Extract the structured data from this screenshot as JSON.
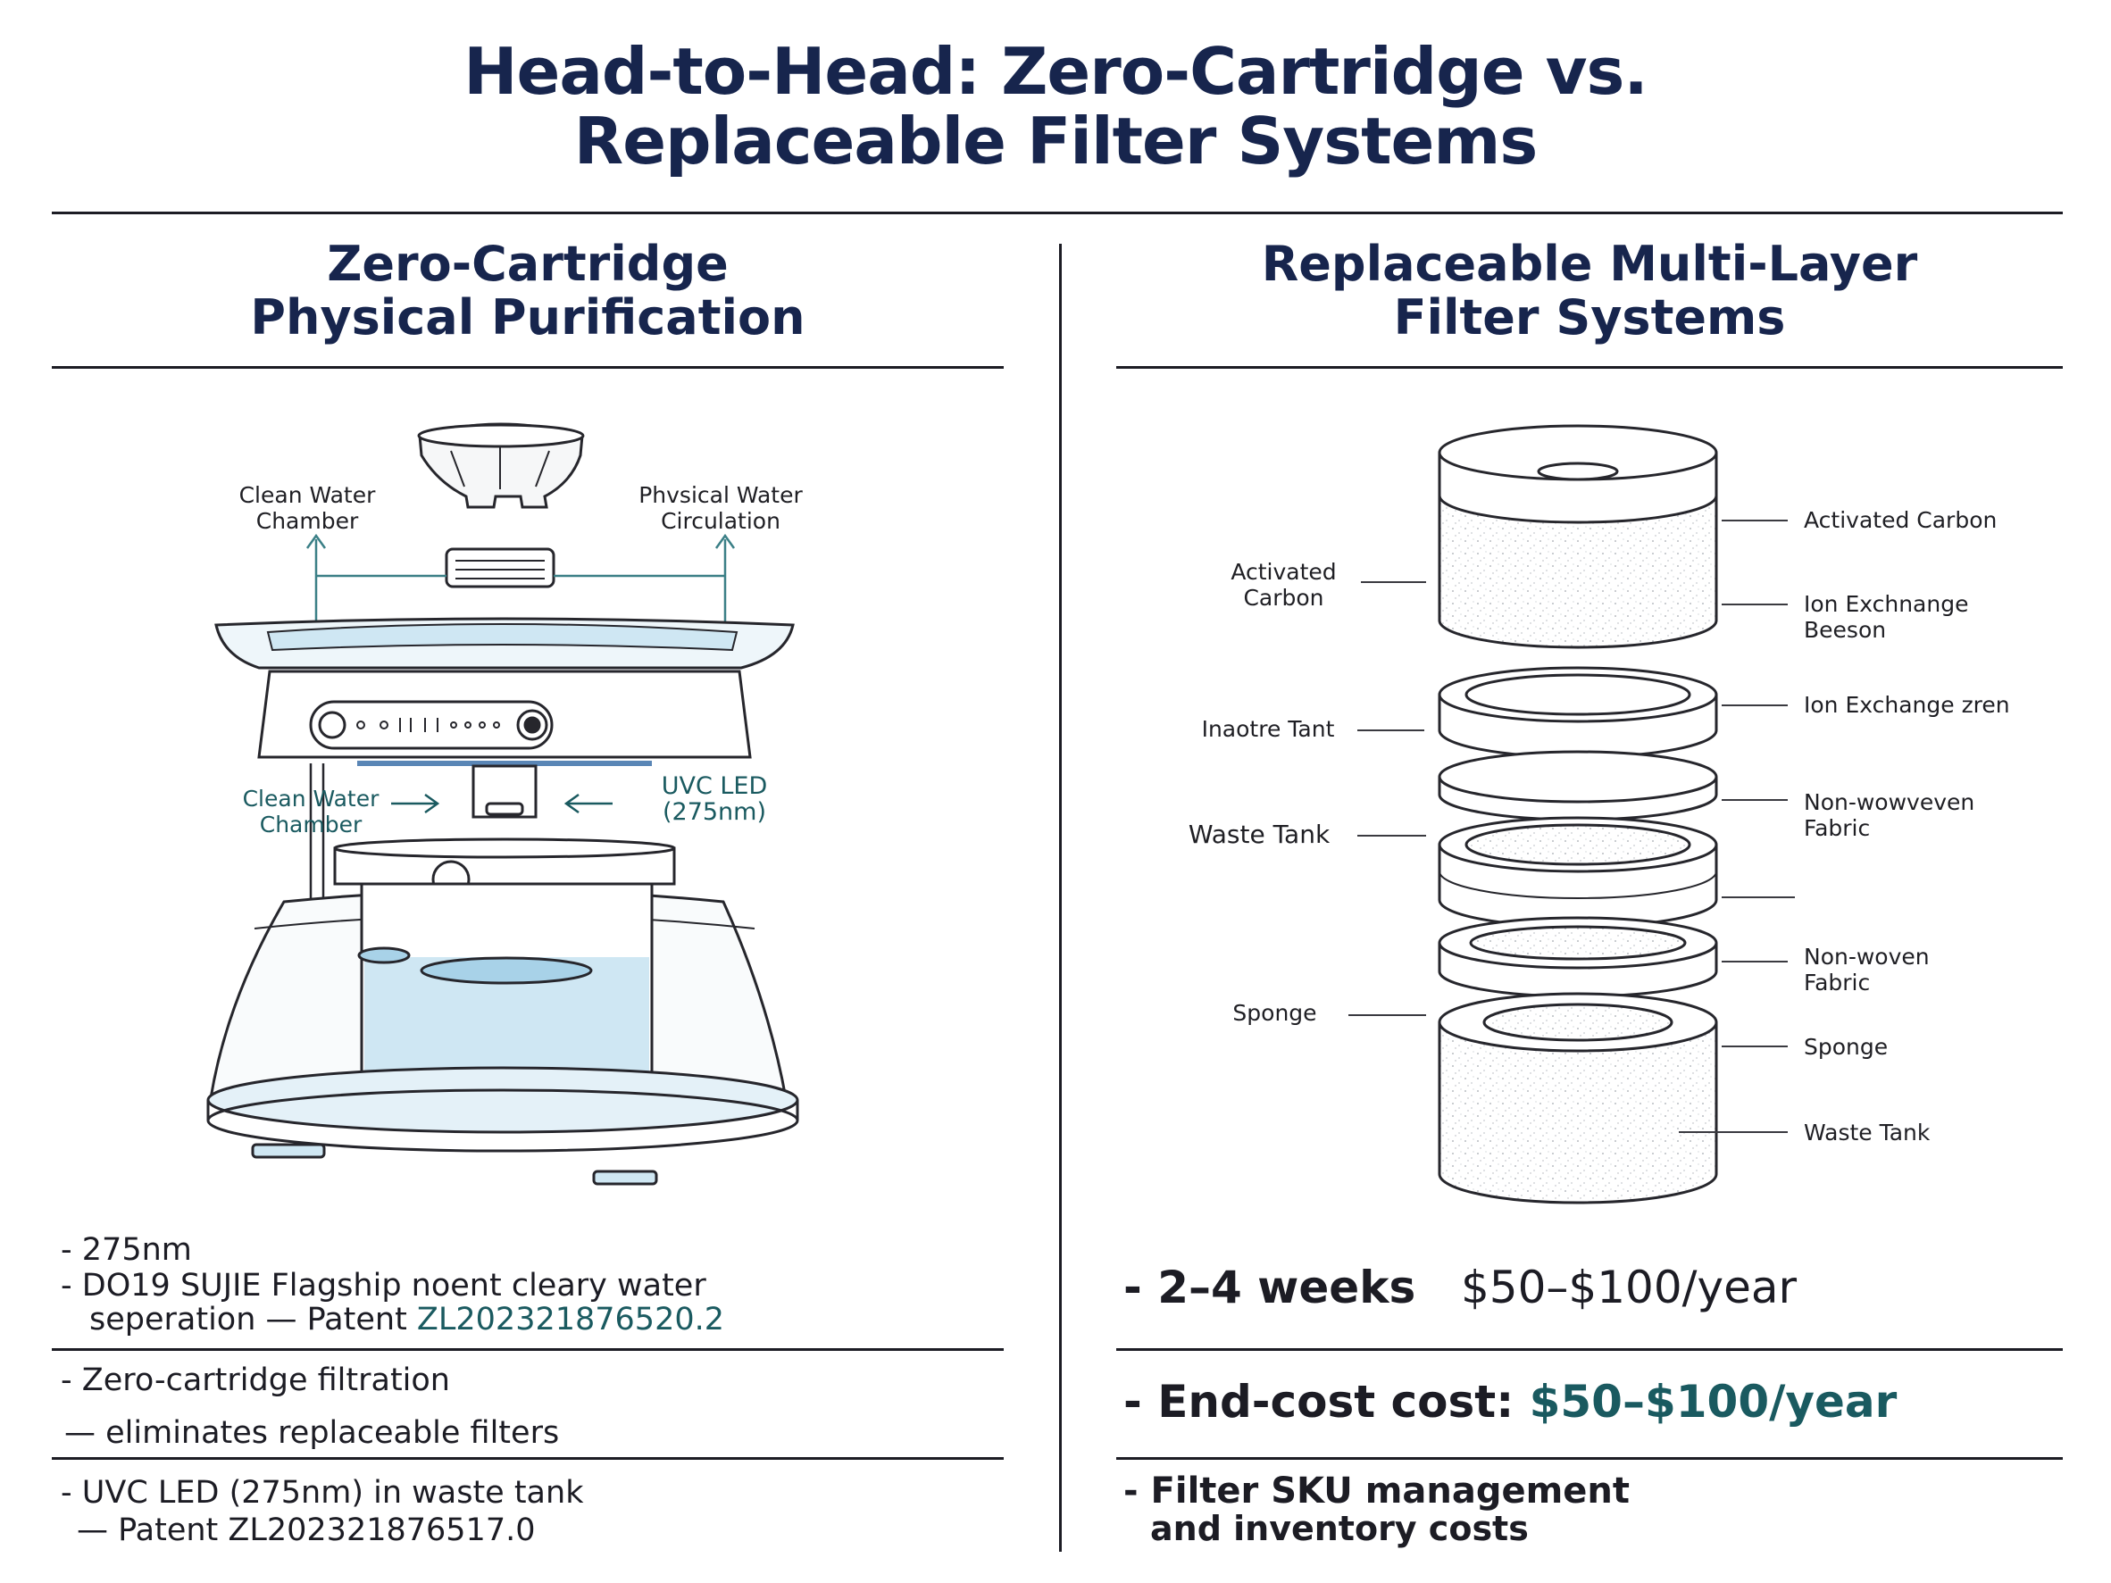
{
  "title": {
    "line1": "Head-to-Head: Zero-Cartridge vs.",
    "line2": "Replaceable Filter Systems"
  },
  "left": {
    "heading_line1": "Zero-Cartridge",
    "heading_line2": "Physical Purification",
    "labels": {
      "clean_water_chamber_top": "Clean Water\nChamber",
      "physical_water_circulation": "Phvsical Water\nCirculation",
      "clean_water_chamber_mid": "Clean Water\nChamber",
      "uvc_led": "UVC LED\n(275nm)"
    },
    "bullets": {
      "b1": "275nm",
      "b2_line1": "DO19 SUJIE Flagship noent cleary water",
      "b2_line2_prefix": "seperation — Patent ",
      "b2_line2_patent": "ZL202321876520.2",
      "b3": "Zero-cartridge filtration",
      "b4": "— eliminates replaceable filters",
      "b5_line1": "UVC LED (275nm) in waste tank",
      "b5_line2": "— Patent ZL202321876517.0"
    },
    "bullet_mark": "-"
  },
  "right": {
    "heading_line1": "Replaceable Multi-Layer",
    "heading_line2": "Filter Systems",
    "labels_left": {
      "activated_carbon": "Activated\nCarbon",
      "inactive_tant": "Inaotre Tant",
      "waste_tank": "Waste Tank",
      "sponge": "Sponge"
    },
    "labels_right": {
      "activated_carbon": "Activated Carbon",
      "ion_exchange_beson": "Ion Exchnange\nBeeson",
      "ion_exchange_zren": "Ion Exchange zren",
      "non_woven_1": "Non-wowveven\nFabric",
      "non_woven_2": "Non-woven\nFabric",
      "sponge": "Sponge",
      "waste_tank": "Waste Tank"
    },
    "bullets": {
      "weeks": "2–4 weeks",
      "cost1": "$50–$100/year",
      "end_cost_label": "End-cost cost: ",
      "end_cost_value": "$50–$100/year",
      "sku_line1": "Filter SKU management",
      "sku_line2": "and inventory costs"
    },
    "bullet_mark": "-"
  },
  "colors": {
    "navy": "#17254d",
    "teal": "#1a5a60",
    "water": "#cfe7f3"
  }
}
